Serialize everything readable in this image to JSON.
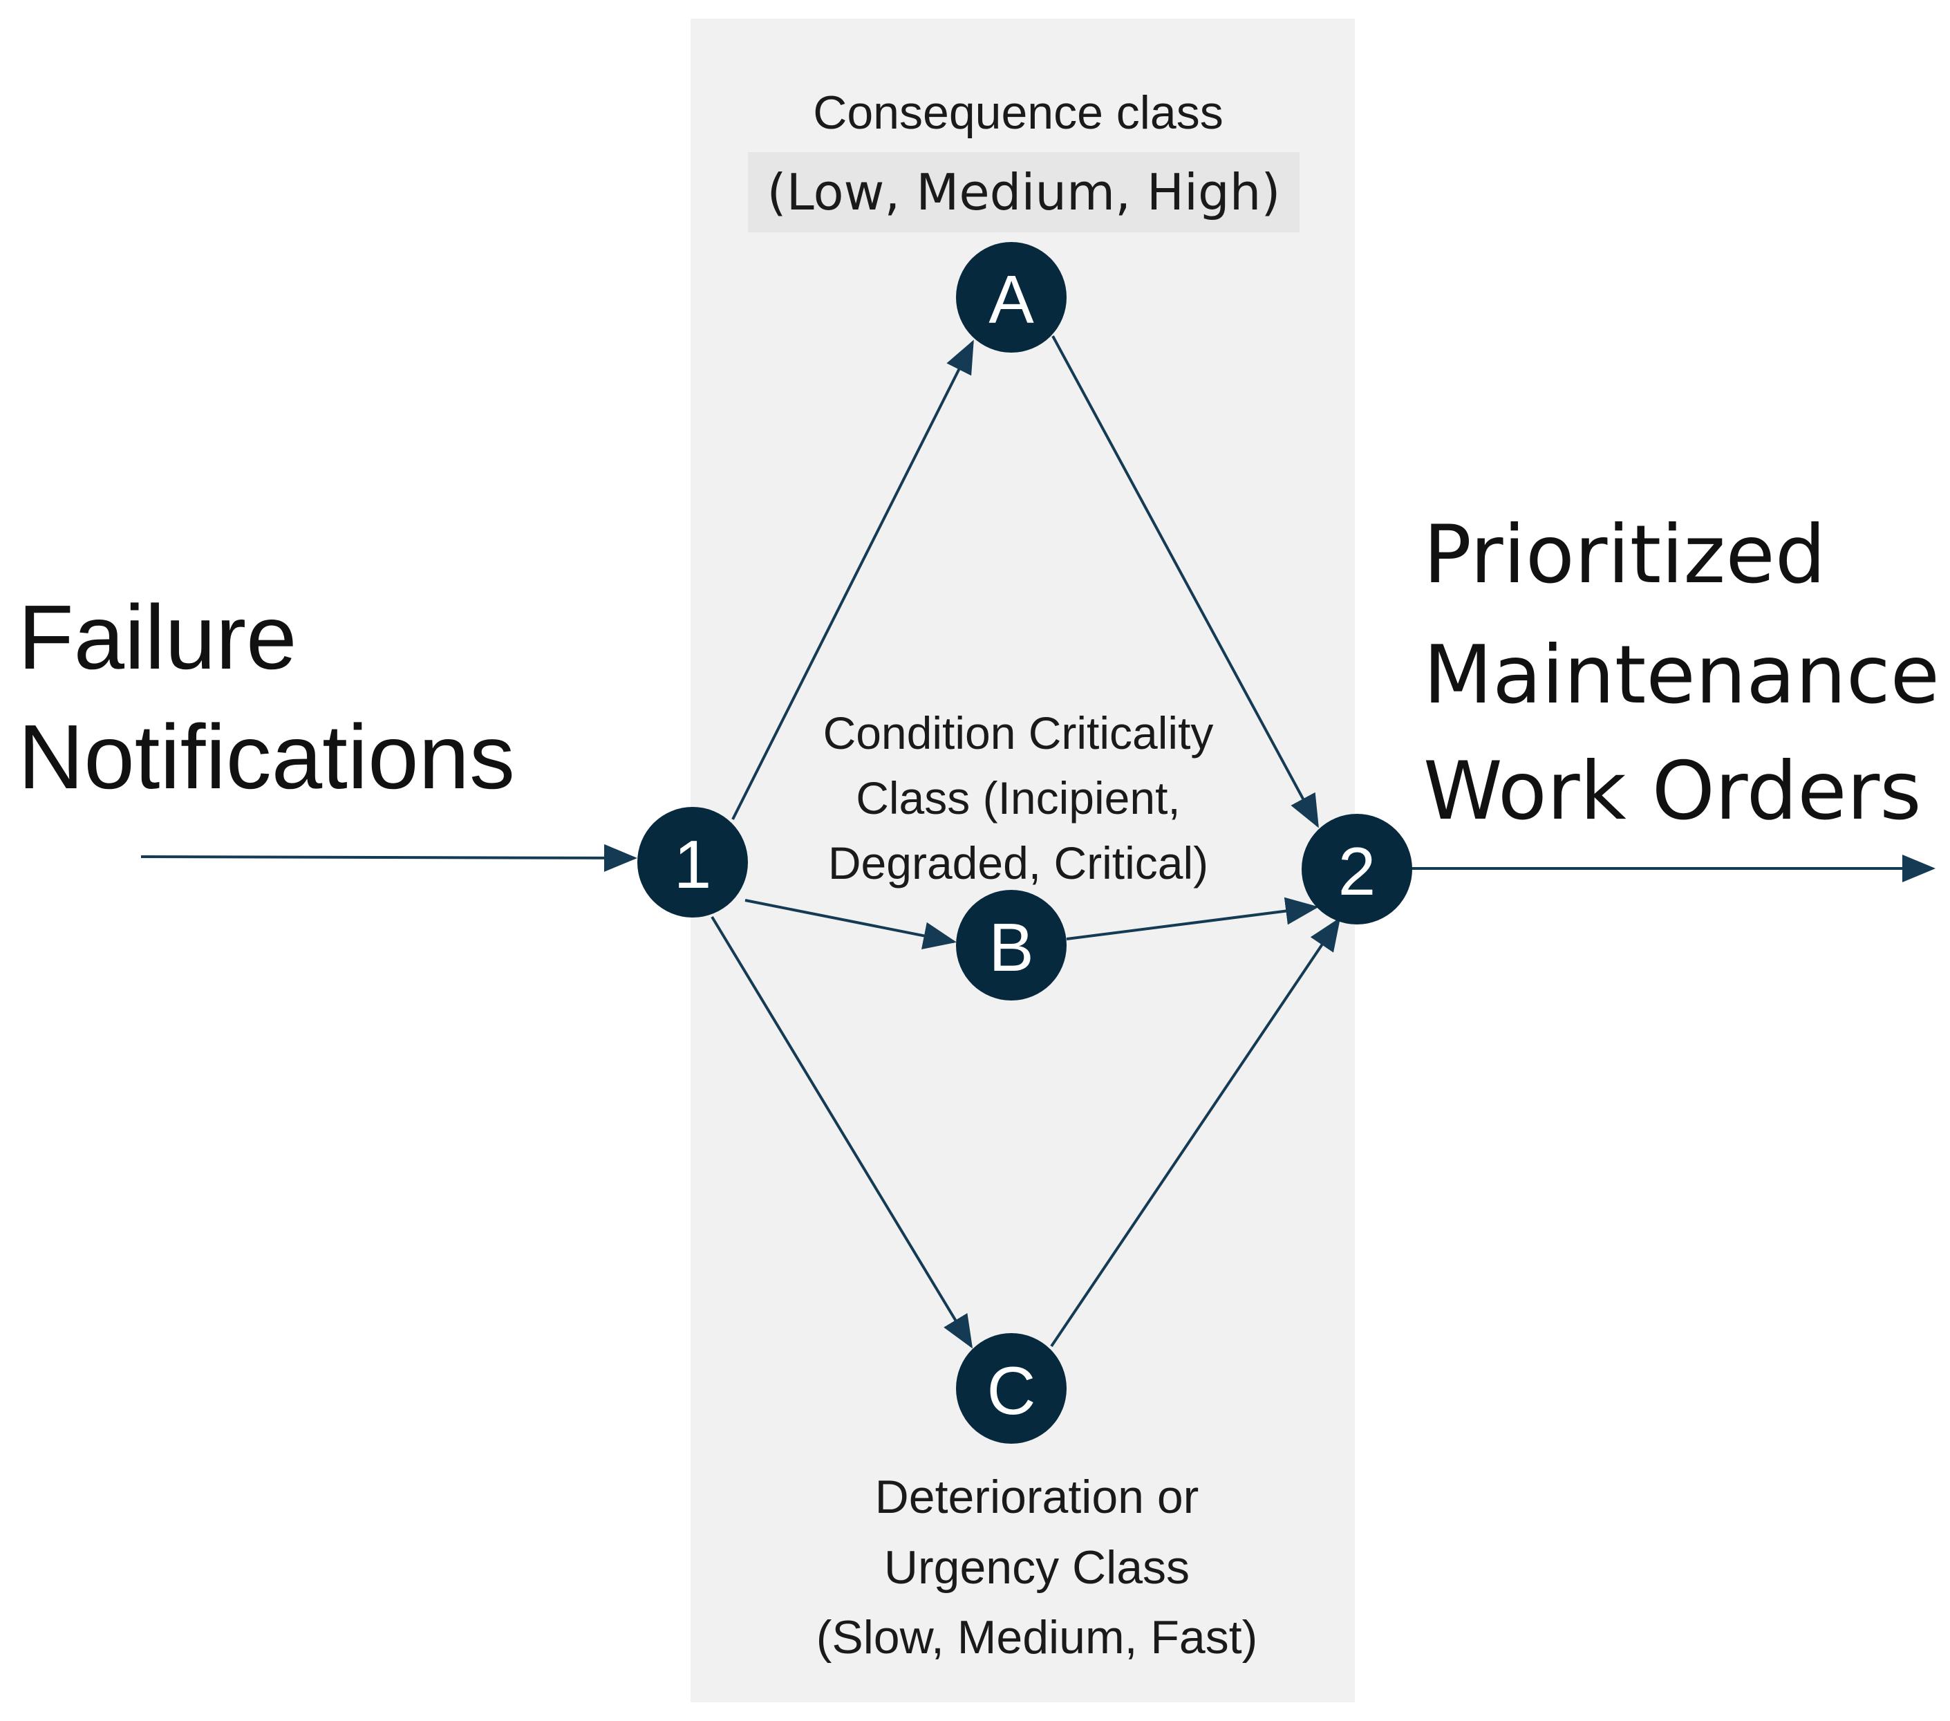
{
  "input_label": {
    "line1": "Failure",
    "line2": "Notifications"
  },
  "output_label": {
    "line1": "Prioritized",
    "line2": "Maintenance",
    "line3": "Work Orders"
  },
  "nodes": {
    "n1": "1",
    "n2": "2",
    "a": "A",
    "b": "B",
    "c": "C"
  },
  "annotations": {
    "consequence": {
      "line1": "Consequence class",
      "line2": "(Low, Medium, High)"
    },
    "condition": {
      "line1": "Condition Criticality",
      "line2": "Class (Incipient,",
      "line3": "Degraded, Critical)"
    },
    "deterioration": {
      "line1": "Deterioration or",
      "line2": "Urgency Class",
      "line3": "(Slow, Medium, Fast)"
    }
  },
  "colors": {
    "node_fill": "#07293e",
    "edge": "#153a53",
    "panel": "#f1f1f1"
  }
}
